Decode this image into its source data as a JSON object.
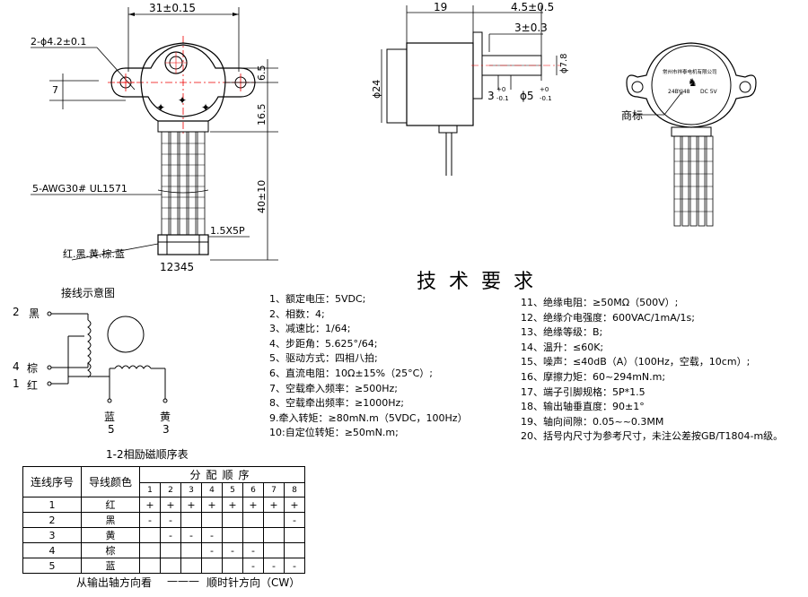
{
  "dims": {
    "width_31": "31±0.15",
    "holes": "2-ϕ4.2±0.1",
    "d7": "7",
    "d65": "6.5",
    "d165": "16.5",
    "d40": "40±10",
    "awg": "5-AWG30# UL1571",
    "pitch": "1.5X5P",
    "colors": "红.黑.黄.棕.蓝",
    "pins": "12345",
    "d19": "19",
    "d45": "4.5±0.5",
    "d3": "3±0.3",
    "d24": "ϕ24",
    "d7b": "ϕ7.8",
    "shaft_flat": "3",
    "shaft_flat_tol_up": "+0",
    "shaft_flat_tol_down": "-0.1",
    "shaft_d": "ϕ5",
    "shaft_d_tol_up": "+0",
    "shaft_d_tol_down": "-0.1",
    "trademark": "商标"
  },
  "label_small": {
    "brand": "常州市祥泰电机有限公司",
    "model": "24BYJ48",
    "volt": "DC 5V"
  },
  "wiring": {
    "title": "接线示意图",
    "black_num": "2",
    "black": "黑",
    "brown_num": "4",
    "brown": "棕",
    "red_num": "1",
    "red": "红",
    "blue": "蓝",
    "blue_num": "5",
    "yellow": "黄",
    "yellow_num": "3"
  },
  "requirements": {
    "title": "技术要求",
    "left": [
      "1、额定电压：5VDC;",
      "2、相数：4;",
      "3、减速比：1/64;",
      "4、步距角：5.625°/64;",
      "5、驱动方式：四相八拍;",
      "6、直流电阻：10Ω±15%（25°C）;",
      "7、空载牵入频率：≥500Hz;",
      "8、空载牵出频率：≥1000Hz;",
      "9.牵入转矩：≥80mN.m（5VDC，100Hz）",
      "10:自定位转矩：≥50mN.m;"
    ],
    "right": [
      "11、绝缘电阻：≥50MΩ（500V）;",
      "12、绝缘介电强度：600VAC/1mA/1s;",
      "13、绝缘等级：B;",
      "14、温升：≤60K;",
      "15、噪声：≤40dB（A）（100Hz，空载，10cm）;",
      "16、摩擦力矩：60~294mN.m;",
      "17、端子引脚规格：5P*1.5",
      "18、输出轴垂直度：90±1°",
      "19、轴向间隙：0.05~~0.3MM",
      "20、括号内尺寸为参考尺寸，未注公差按GB/T1804-m级。"
    ]
  },
  "table": {
    "title": "1-2相励磁顺序表",
    "col_seq": "连线序号",
    "col_color": "导线颜色",
    "col_dist": "分配顺序",
    "steps": [
      "1",
      "2",
      "3",
      "4",
      "5",
      "6",
      "7",
      "8"
    ],
    "rows": [
      {
        "seq": "1",
        "color": "红",
        "cells": [
          "+",
          "+",
          "+",
          "+",
          "+",
          "+",
          "+",
          "+"
        ]
      },
      {
        "seq": "2",
        "color": "黑",
        "cells": [
          "-",
          "-",
          "",
          "",
          "",
          "",
          "",
          "-"
        ]
      },
      {
        "seq": "3",
        "color": "黄",
        "cells": [
          "",
          "-",
          "-",
          "-",
          "",
          "",
          "",
          ""
        ]
      },
      {
        "seq": "4",
        "color": "棕",
        "cells": [
          "",
          "",
          "",
          "-",
          "-",
          "-",
          "",
          ""
        ]
      },
      {
        "seq": "5",
        "color": "蓝",
        "cells": [
          "",
          "",
          "",
          "",
          "",
          "-",
          "-",
          "-"
        ]
      }
    ],
    "footer_left": "从输出轴方向看",
    "footer_dash": "———",
    "footer_right": "顺时针方向（CW）"
  }
}
